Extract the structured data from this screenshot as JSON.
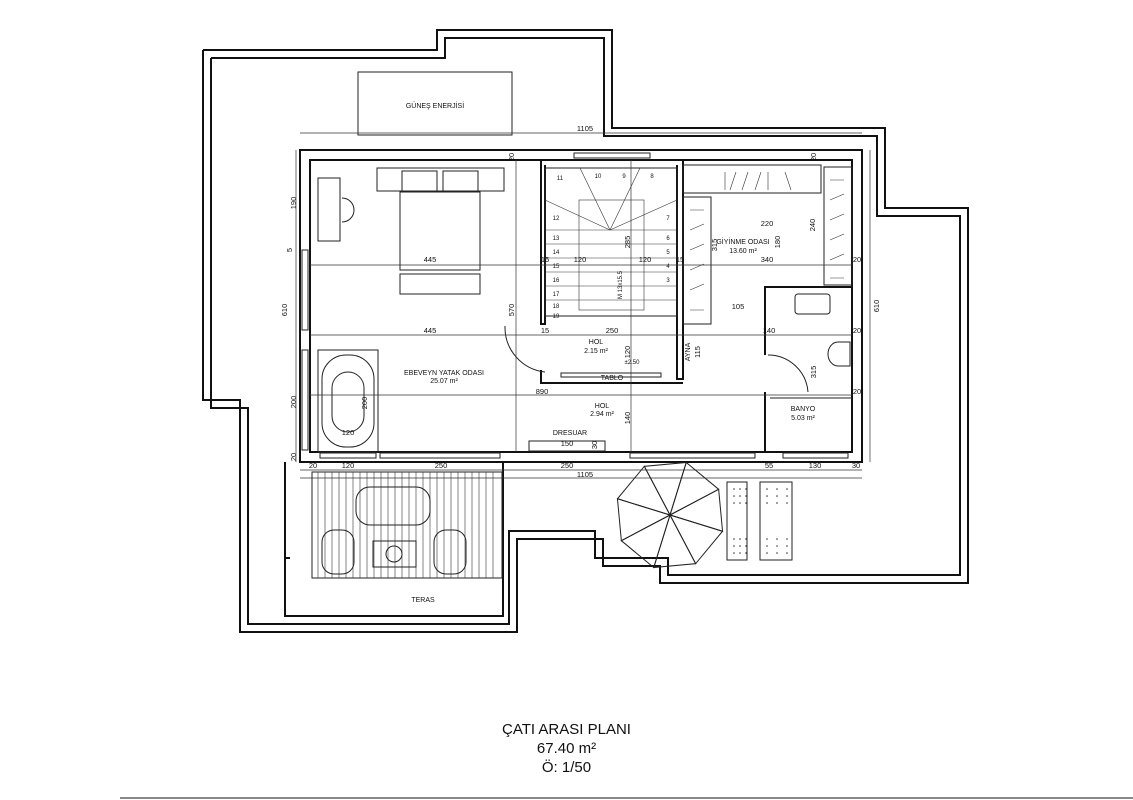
{
  "plan": {
    "title": "ÇATI ARASI PLANI",
    "area": "67.40 m²",
    "scale": "Ö: 1/50"
  },
  "rooms": {
    "bedroom": {
      "name": "EBEVEYN YATAK ODASI",
      "area": "25.07 m²"
    },
    "hall1": {
      "name": "HOL",
      "area": "2.15 m²"
    },
    "hall2": {
      "name": "HOL",
      "area": "2.94 m²"
    },
    "dressing": {
      "name": "GİYİNME ODASI",
      "area": "13.60 m²"
    },
    "bath": {
      "name": "BANYO",
      "area": "5.03 m²"
    },
    "terrace": {
      "name": "TERAS"
    }
  },
  "labels": {
    "solar": "GÜNEŞ ENERJİSİ",
    "dresuar": "DRESUAR",
    "tablo": "TABLO",
    "ayna": "AYNA",
    "stair": "M 13x15.5",
    "level": "±2.50"
  },
  "dimensions": {
    "total_top": "1105",
    "total_bottom": "1105",
    "left_total": "610",
    "right_total": "610",
    "bed_w1": "445",
    "bed_w2": "445",
    "hall_w": "890",
    "left_190": "190",
    "left_5": "5",
    "left_200": "200",
    "left_20": "20",
    "h_570": "570",
    "hol_250": "250",
    "stair_120a": "120",
    "stair_120b": "120",
    "stair_285": "285",
    "hol_120": "120",
    "hol_140": "140",
    "dr_150": "150",
    "dr_30": "30",
    "ayna_115": "115",
    "gi_220": "220",
    "gi_240": "240",
    "gi_180": "180",
    "gi_315": "315",
    "gi_340": "340",
    "gi_105": "105",
    "gi_140": "140",
    "ba_315": "315",
    "tub_120": "120",
    "tub_200": "200",
    "b_20": "20",
    "b_120": "120",
    "b_250a": "250",
    "b_250b": "250",
    "b_55": "55",
    "b_130": "130",
    "b_30": "30",
    "w_20a": "20",
    "w_20b": "20",
    "w_20c": "20",
    "w_20d": "20",
    "w_20e": "20",
    "w_15a": "15",
    "w_15b": "15",
    "w_15c": "15"
  },
  "stair_steps": [
    "11",
    "10",
    "9",
    "8",
    "12",
    "7",
    "13",
    "6",
    "14",
    "5",
    "15",
    "4",
    "16",
    "3",
    "17",
    "18",
    "19"
  ]
}
